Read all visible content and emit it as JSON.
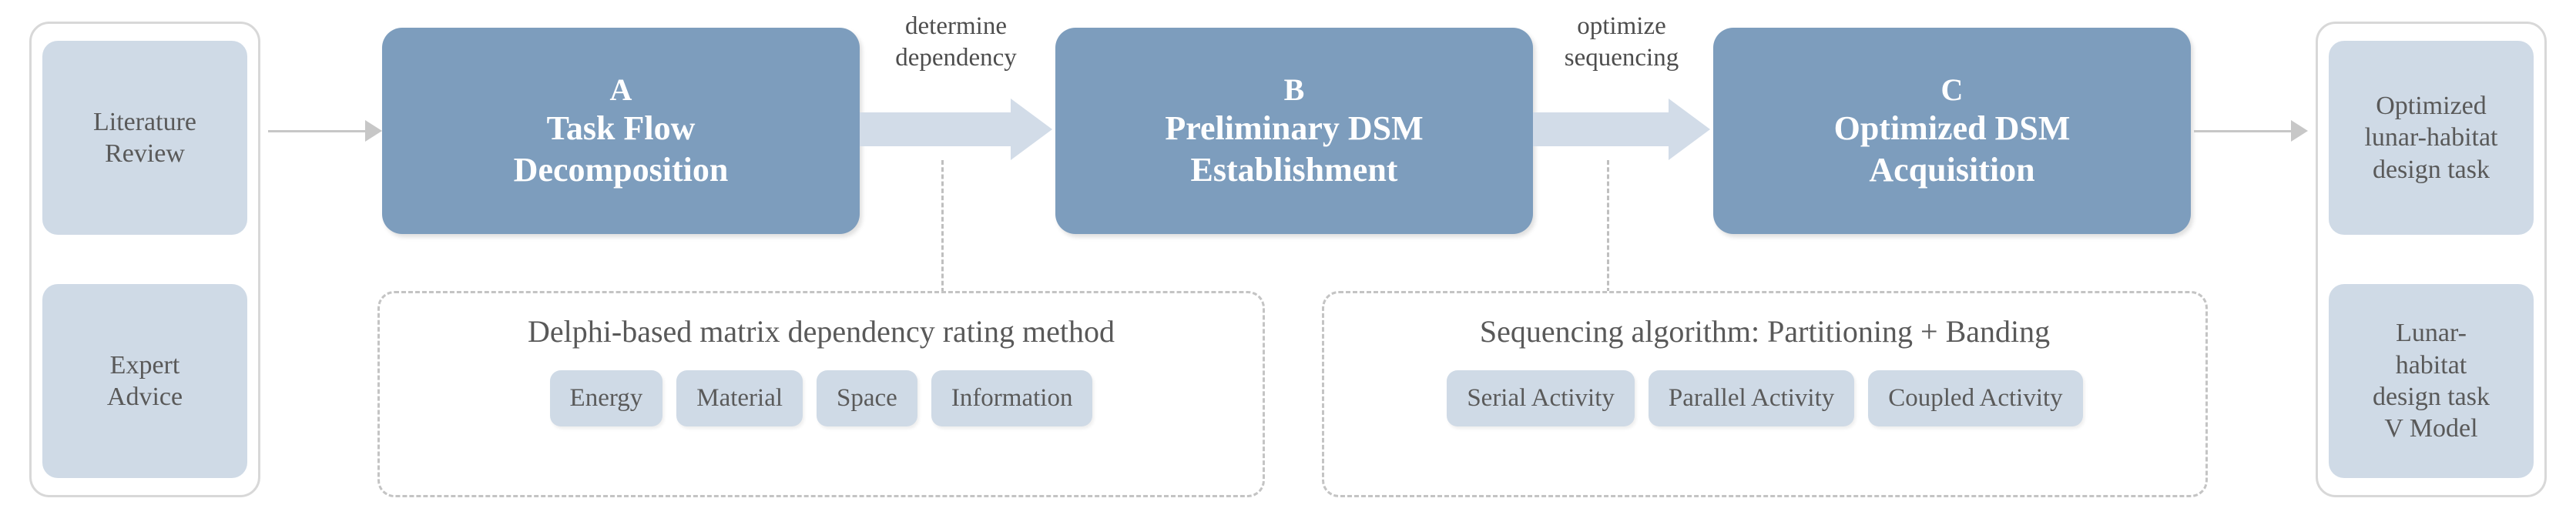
{
  "diagram": {
    "input_panel": {
      "boxes": [
        {
          "label": "Literature\nReview"
        },
        {
          "label": "Expert\nAdvice"
        }
      ]
    },
    "stages": [
      {
        "letter": "A",
        "title": "Task Flow\nDecomposition"
      },
      {
        "letter": "B",
        "title": "Preliminary DSM\nEstablishment"
      },
      {
        "letter": "C",
        "title": "Optimized DSM\nAcquisition"
      }
    ],
    "connectors": [
      {
        "label": "determine\ndependency"
      },
      {
        "label": "optimize\nsequencing"
      }
    ],
    "methods": [
      {
        "title": "Delphi-based matrix dependency rating method",
        "tags": [
          "Energy",
          "Material",
          "Space",
          "Information"
        ]
      },
      {
        "title": "Sequencing algorithm: Partitioning + Banding",
        "tags": [
          "Serial Activity",
          "Parallel Activity",
          "Coupled Activity"
        ]
      }
    ],
    "output_panel": {
      "boxes": [
        {
          "label": "Optimized\nlunar-habitat\ndesign task"
        },
        {
          "label": "Lunar-\nhabitat\ndesign task\nV Model"
        }
      ]
    },
    "colors": {
      "stage_fill": "#7d9dbd",
      "light_fill": "#cfdae6",
      "arrow_fill": "#d2dce8",
      "line_gray": "#c7c7c7",
      "dashed_gray": "#c4c4c4",
      "text_dark": "#595959",
      "text_light": "#ffffff"
    }
  }
}
